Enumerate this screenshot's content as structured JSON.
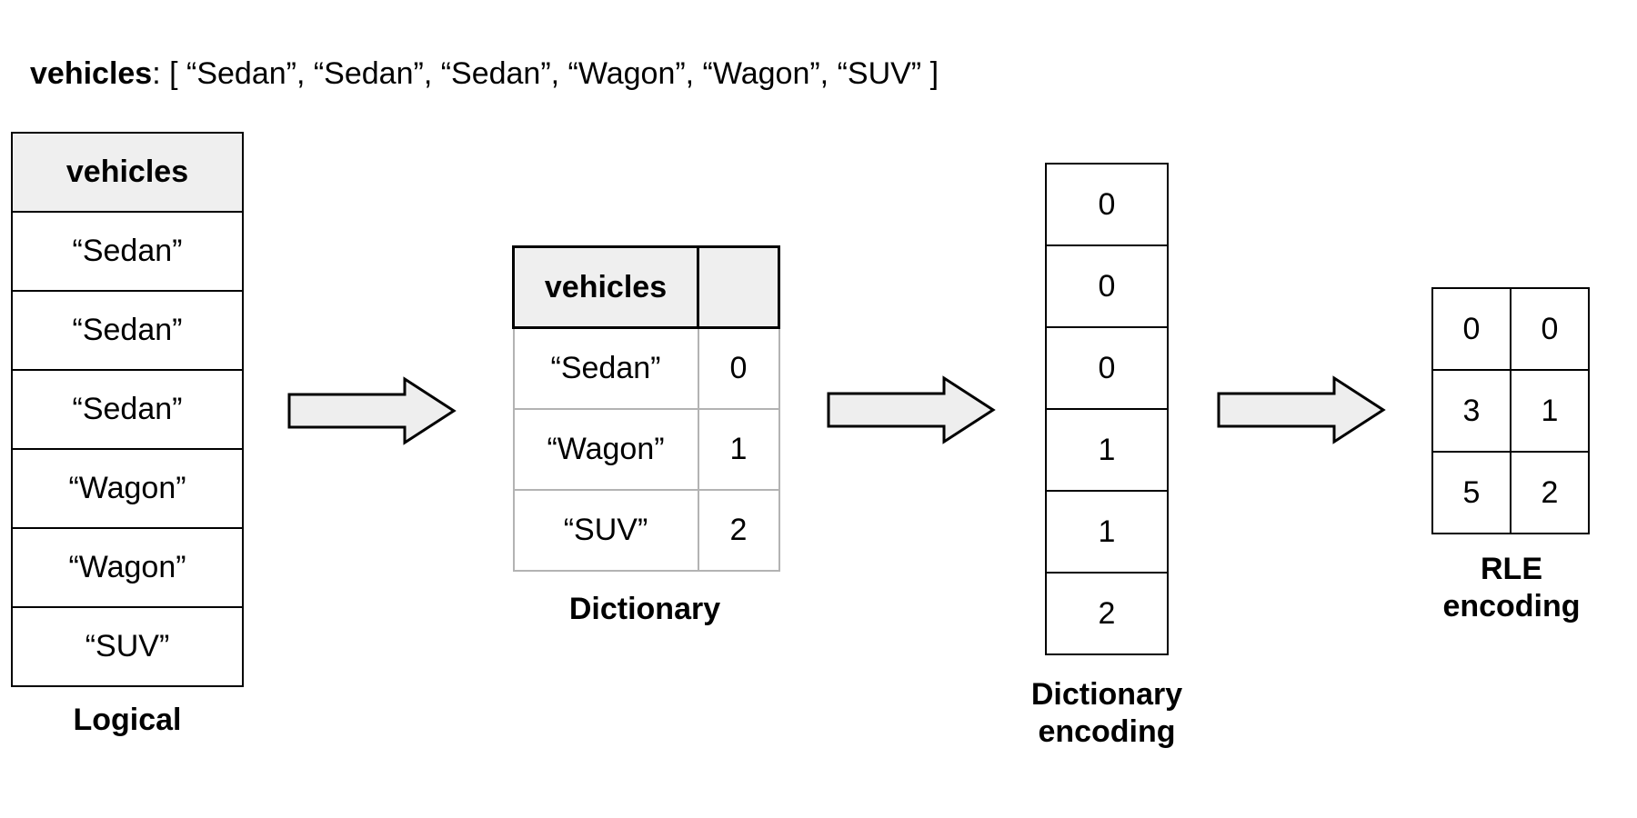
{
  "title": {
    "name": "vehicles",
    "rest": ": [ “Sedan”, “Sedan”, “Sedan”, “Wagon”, “Wagon”, “SUV” ]"
  },
  "colors": {
    "header_bg": "#efefef",
    "arrow_fill": "#eeeeee",
    "border_dark": "#000000",
    "border_light": "#b3b3b3"
  },
  "logical": {
    "header": "vehicles",
    "rows": [
      "“Sedan”",
      "“Sedan”",
      "“Sedan”",
      "“Wagon”",
      "“Wagon”",
      "“SUV”"
    ],
    "caption": "Logical"
  },
  "dictionary": {
    "header": "vehicles",
    "header_value": "",
    "rows": [
      {
        "key": "“Sedan”",
        "value": "0"
      },
      {
        "key": "“Wagon”",
        "value": "1"
      },
      {
        "key": "“SUV”",
        "value": "2"
      }
    ],
    "caption": "Dictionary"
  },
  "dictionary_encoding": {
    "values": [
      "0",
      "0",
      "0",
      "1",
      "1",
      "2"
    ],
    "caption_line1": "Dictionary",
    "caption_line2": "encoding"
  },
  "rle": {
    "rows": [
      [
        "0",
        "0"
      ],
      [
        "3",
        "1"
      ],
      [
        "5",
        "2"
      ]
    ],
    "caption_line1": "RLE",
    "caption_line2": "encoding"
  }
}
